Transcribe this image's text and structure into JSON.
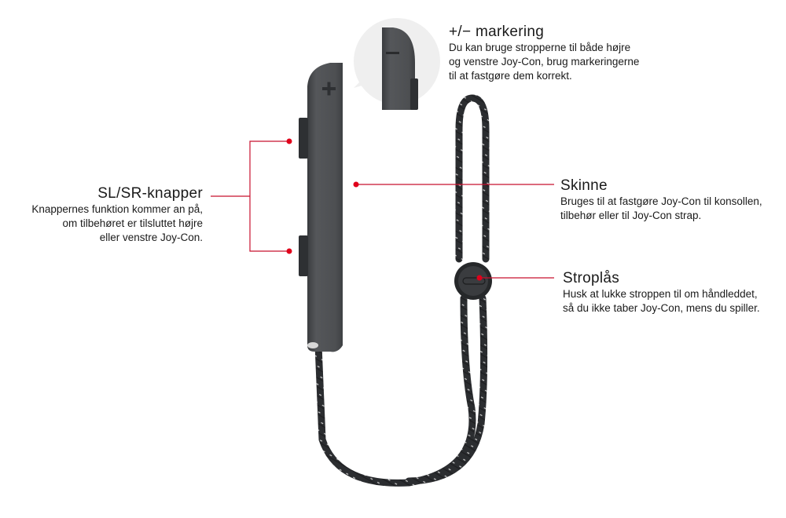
{
  "colors": {
    "callout_line": "#c8102e",
    "callout_dot": "#e0001b",
    "joycon_body": "#4a4c4f",
    "joycon_dark": "#2e3033",
    "strap": "#2a2c2f",
    "strap_highlight": "#c9c9c9",
    "bubble_bg": "#efefef",
    "text": "#1a1a1a"
  },
  "callouts": [
    {
      "id": "plus-minus-marking",
      "title": "+/− markering",
      "lines": [
        "Du kan bruge stropperne til både højre",
        "og venstre Joy-Con, brug markeringerne",
        "til at fastgøre dem korrekt."
      ]
    },
    {
      "id": "sl-sr-buttons",
      "title": "SL/SR-knapper",
      "lines": [
        "Knappernes funktion kommer an på,",
        "om tilbehøret er tilsluttet højre",
        "eller venstre Joy-Con."
      ]
    },
    {
      "id": "rail",
      "title": "Skinne",
      "lines": [
        "Bruges til at fastgøre Joy-Con til konsollen,",
        "tilbehør eller til Joy-Con strap."
      ]
    },
    {
      "id": "strap-lock",
      "title": "Stroplås",
      "lines": [
        "Husk at lukke stroppen til om håndleddet,",
        "så du ikke taber Joy-Con, mens du spiller."
      ]
    }
  ],
  "icons": {
    "plus_marking": "plus-icon",
    "minus_marking": "minus-icon"
  }
}
